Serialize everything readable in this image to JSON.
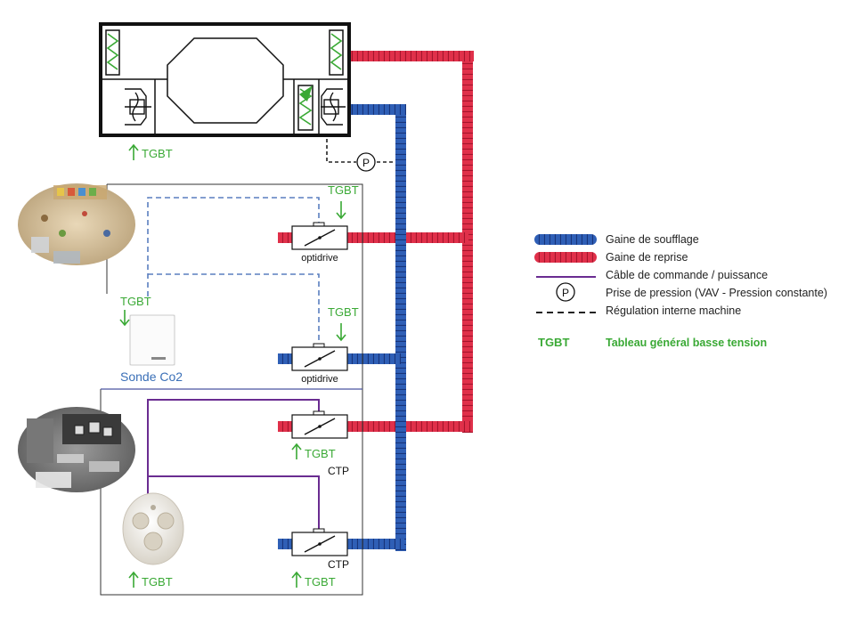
{
  "colors": {
    "supply_duct": "#2f5fb6",
    "exhaust_duct": "#e0304a",
    "control_cable": "#6a2c91",
    "pressure_dash": "#5a7fbf",
    "machine_dash": "#222222",
    "tgbt_green": "#3aa935",
    "sensor_label": "#3a6fb7"
  },
  "icons": {
    "fan": "fan-icon",
    "filter": "filter-icon",
    "heat_exchanger": "heat-exchanger-icon",
    "arrow_up": "arrow-up-icon",
    "arrow_down": "arrow-down-icon",
    "damper": "damper-icon",
    "pressure_sensor": "pressure-sensor-icon",
    "co2_sensor": "co2-sensor-icon",
    "presence_detector": "presence-detector-icon"
  },
  "labels": {
    "tgbt": "TGBT",
    "optidrive": "optidrive",
    "ctp": "CTP",
    "pressure_symbol": "P",
    "co2_sensor": "Sonde Co2"
  },
  "legend": {
    "supply": "Gaine de soufflage",
    "exhaust": "Gaine de reprise",
    "cable": "Câble de commande / puissance",
    "pressure": "Prise de pression (VAV - Pression constante)",
    "regulation": "Régulation interne machine",
    "tgbt_key": "TGBT",
    "tgbt_desc": "Tableau général basse tension"
  }
}
